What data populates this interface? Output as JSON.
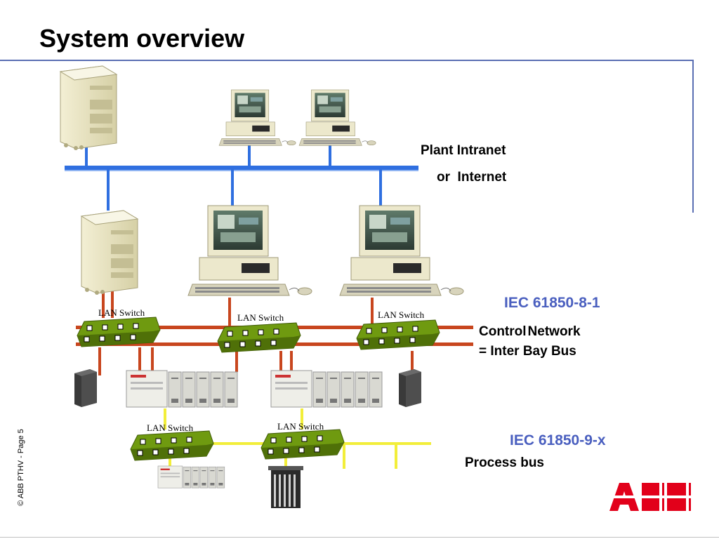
{
  "title": "System overview",
  "footer": "© ABB PTHV  - Page 5",
  "plant_network": {
    "line1": "Plant Intranet",
    "line2": "or  Internet"
  },
  "control_network": {
    "standard": "IEC 61850-8-1",
    "line1a": "Control",
    "line1b": "Network",
    "line2": "= Inter Bay Bus"
  },
  "process_network": {
    "standard": "IEC 61850-9-x",
    "label": "Process bus"
  },
  "switches": [
    {
      "label": "LAN Switch"
    },
    {
      "label": "LAN Switch"
    },
    {
      "label": "LAN Switch"
    },
    {
      "label": "LAN Switch"
    },
    {
      "label": "LAN Switch"
    }
  ],
  "logo": "ABB",
  "colors": {
    "accent": "#4a5fbf",
    "intranet_bus": "#2f6fe0",
    "control_bus": "#c8461e",
    "process_bus": "#f2ee3a",
    "switch": "#6f9a10",
    "logo_red": "#e2001a"
  }
}
